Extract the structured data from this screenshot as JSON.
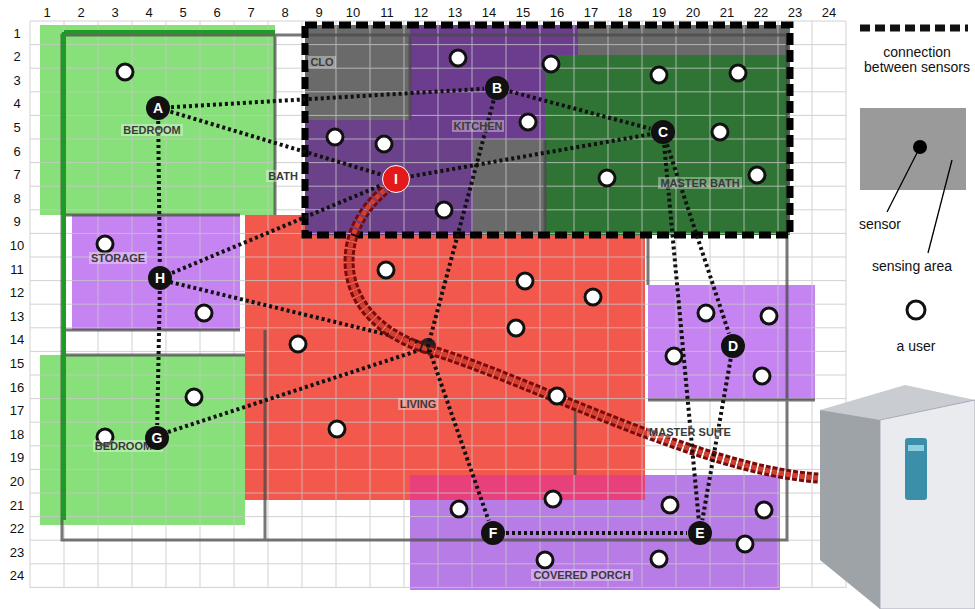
{
  "diagram": {
    "nodes": [
      {
        "text": [
          "A"
        ]
      },
      {
        "text": [
          "B"
        ]
      },
      {
        "text": [
          "C"
        ]
      },
      {
        "text": [
          "D"
        ]
      },
      {
        "text": [
          "E"
        ]
      },
      {
        "text": [
          "F"
        ]
      },
      {
        "text": [
          "G"
        ]
      },
      {
        "text": [
          "H"
        ]
      },
      {
        "text": [
          "I"
        ]
      }
    ],
    "edges": [
      {
        "from": 0,
        "to": 1,
        "arrow": "none"
      },
      {
        "from": 0,
        "to": 8,
        "arrow": "none"
      },
      {
        "from": 0,
        "to": 7,
        "arrow": "none"
      },
      {
        "from": 7,
        "to": 6,
        "arrow": "none"
      },
      {
        "from": 1,
        "to": 2,
        "arrow": "none"
      },
      {
        "from": 1,
        "to": 5,
        "arrow": "none"
      },
      {
        "from": 8,
        "to": 2,
        "arrow": "none"
      },
      {
        "from": 2,
        "to": 4,
        "arrow": "none"
      },
      {
        "from": 2,
        "to": 3,
        "arrow": "none"
      },
      {
        "from": 3,
        "to": 4,
        "arrow": "none"
      },
      {
        "from": 5,
        "to": 4,
        "arrow": "none"
      },
      {
        "from": 7,
        "to": 8,
        "arrow": "none"
      }
    ],
    "labels": [
      "1",
      "2",
      "3",
      "4",
      "5",
      "6",
      "7",
      "8",
      "9",
      "10",
      "11",
      "12",
      "13",
      "14",
      "15",
      "16",
      "17",
      "18",
      "19",
      "20",
      "21",
      "22",
      "23",
      "24",
      "1",
      "2",
      "3",
      "4",
      "5",
      "6",
      "7",
      "8",
      "9",
      "10",
      "11",
      "12",
      "13",
      "14",
      "15",
      "16",
      "17",
      "18",
      "19",
      "20",
      "21",
      "22",
      "23",
      "24",
      "CLO",
      "BEDROOM",
      "KITCHEN",
      "BATH",
      "MASTER BATH",
      "STORAGE",
      "LIVING",
      "MASTER SUITE",
      "BEDROOM 3",
      "COVERED PORCH"
    ],
    "legend": [
      {
        "text": "connection between sensors"
      },
      {
        "text": "sensor"
      },
      {
        "text": "sensing area"
      },
      {
        "text": "a user"
      }
    ]
  }
}
